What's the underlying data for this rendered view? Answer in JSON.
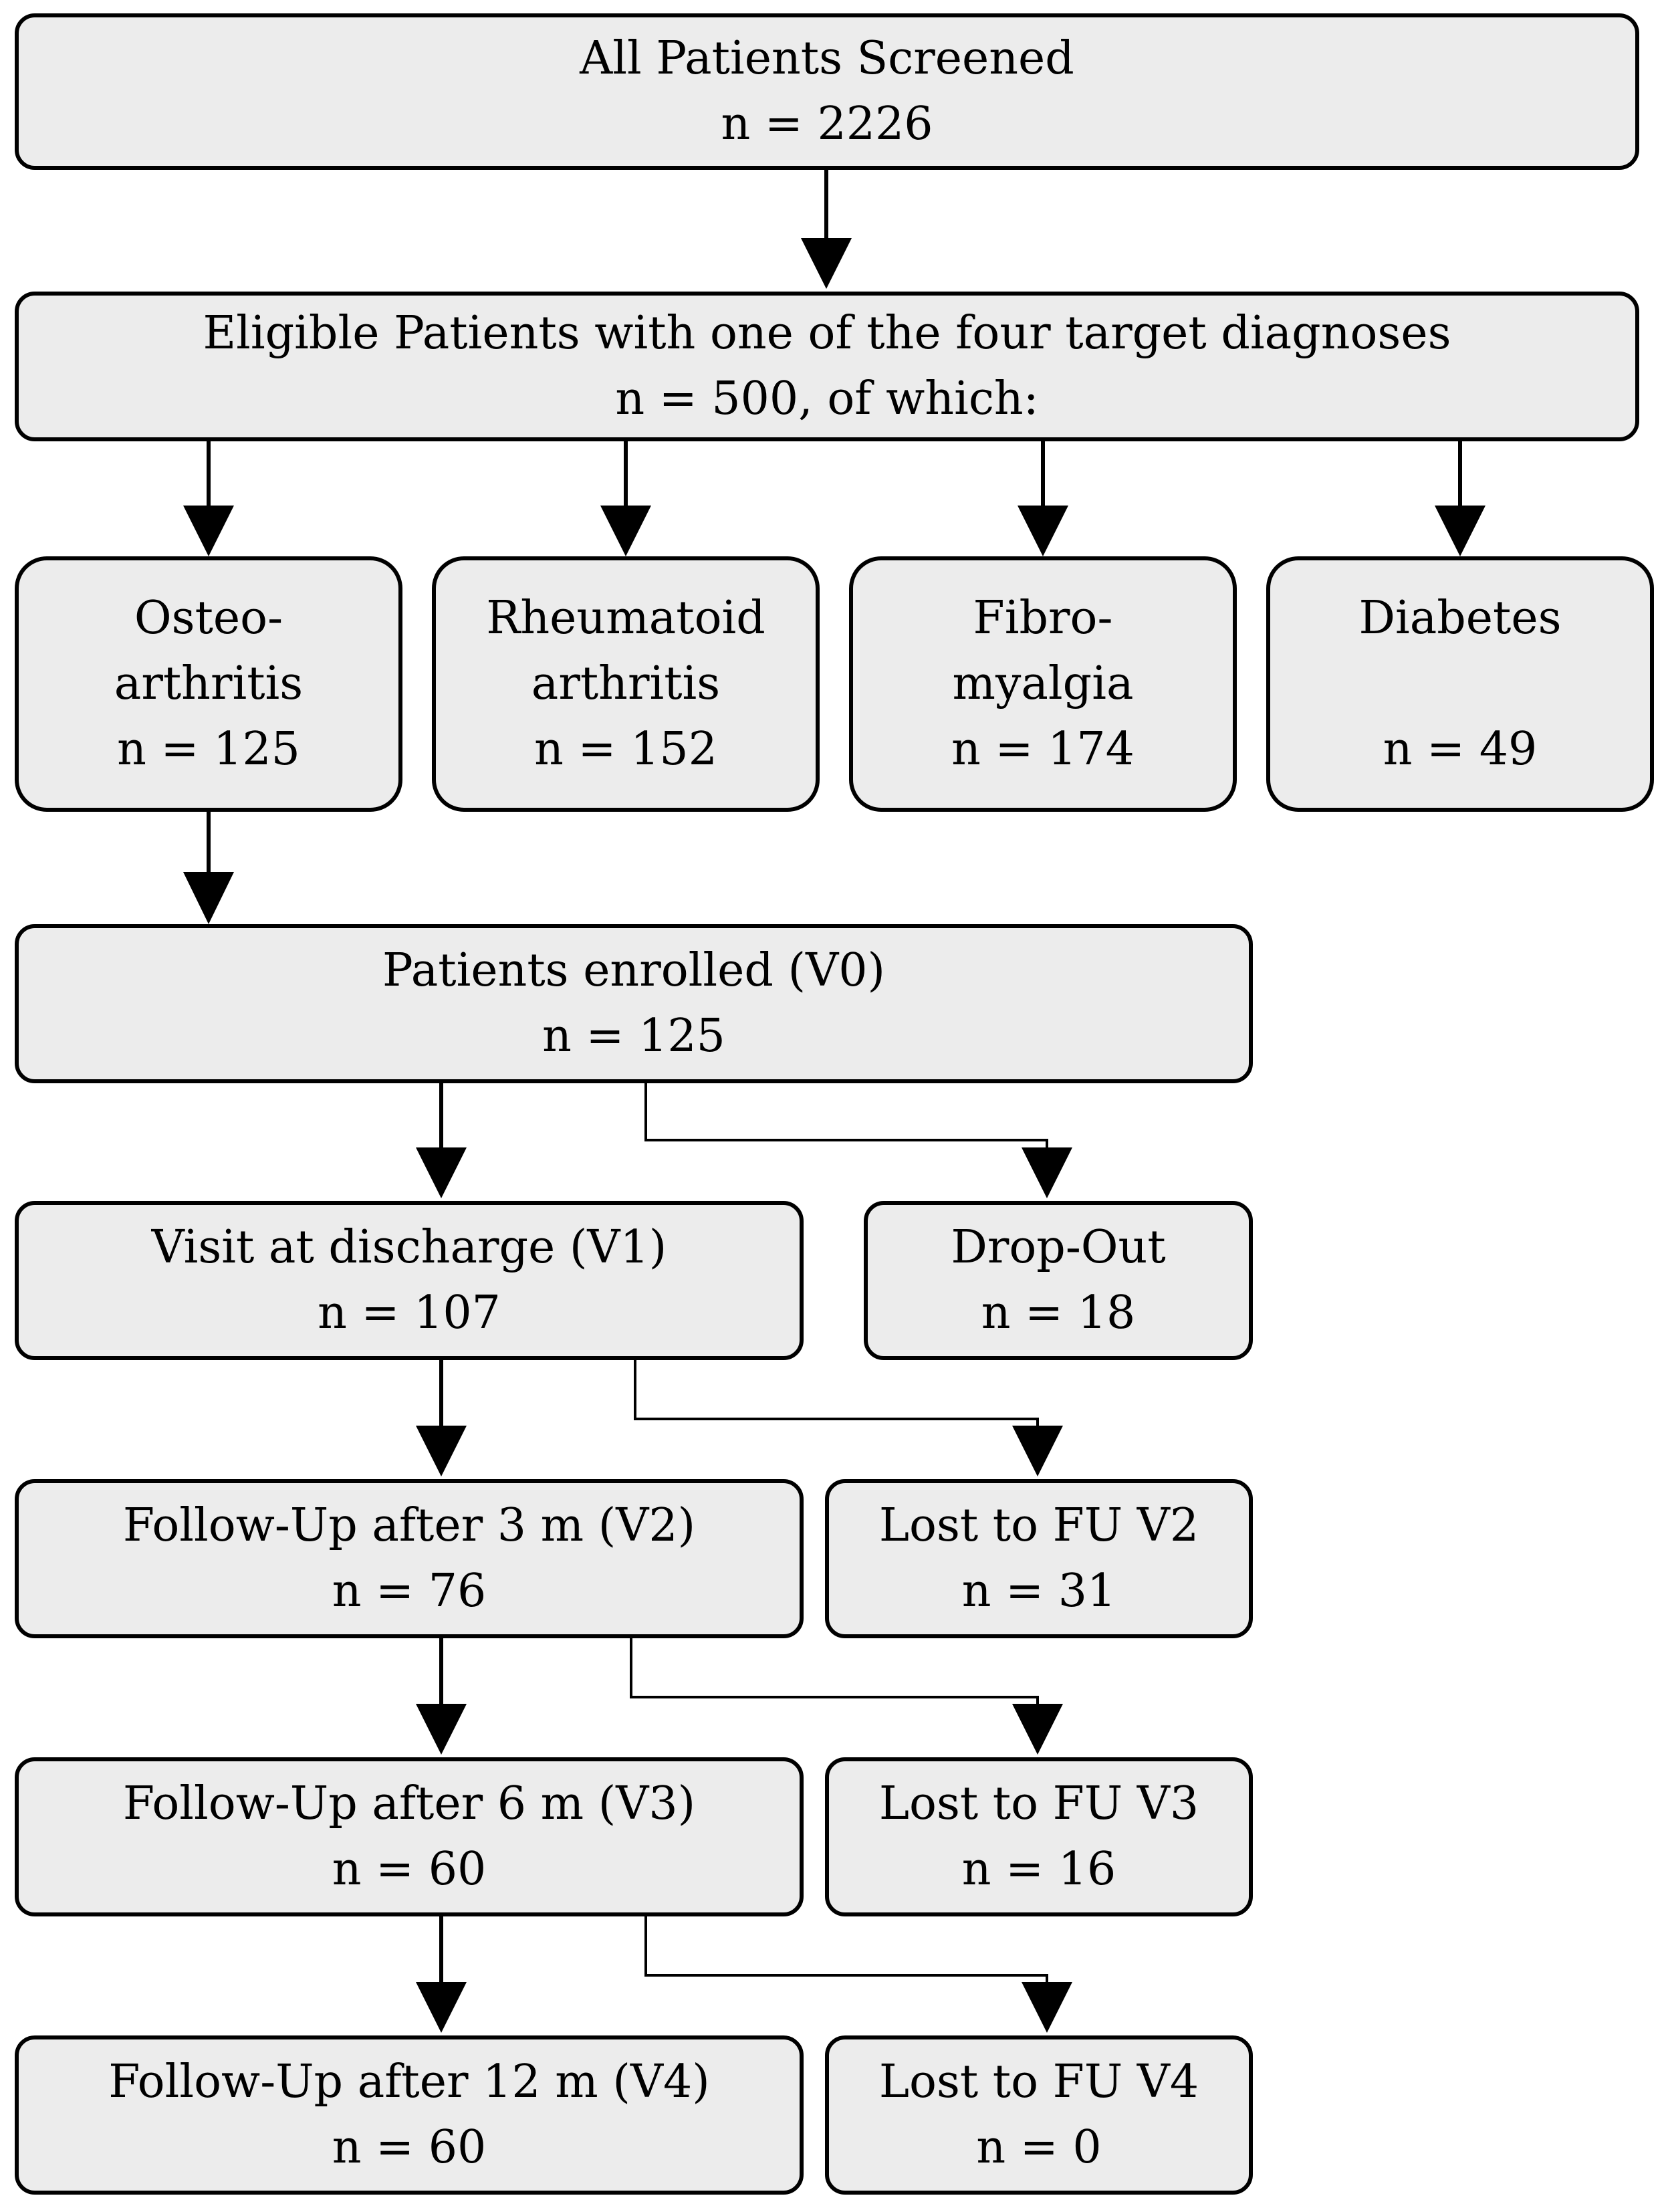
{
  "screened": {
    "title": "All Patients Screened",
    "n": "n = 2226"
  },
  "eligible": {
    "title": "Eligible Patients with one of the four target diagnoses",
    "n": "n = 500, of which:"
  },
  "diagnoses": {
    "osteo": {
      "line1": "Osteo-",
      "line2": "arthritis",
      "n": "n = 125"
    },
    "rheuma": {
      "line1": "Rheumatoid",
      "line2": "arthritis",
      "n": "n = 152"
    },
    "fibro": {
      "line1": "Fibro-",
      "line2": "myalgia",
      "n": "n = 174"
    },
    "diabetes": {
      "line1": "Diabetes",
      "n": "n = 49"
    }
  },
  "enrolled": {
    "title": "Patients enrolled (V0)",
    "n": "n = 125"
  },
  "v1": {
    "title": "Visit at discharge (V1)",
    "n": "n = 107"
  },
  "dropout": {
    "title": "Drop-Out",
    "n": "n = 18"
  },
  "v2": {
    "title": "Follow-Up after 3 m (V2)",
    "n": "n = 76"
  },
  "lost_v2": {
    "title": "Lost to FU V2",
    "n": "n = 31"
  },
  "v3": {
    "title": "Follow-Up after 6 m (V3)",
    "n": "n = 60"
  },
  "lost_v3": {
    "title": "Lost to FU V3",
    "n": "n = 16"
  },
  "v4": {
    "title": "Follow-Up after 12 m (V4)",
    "n": "n = 60"
  },
  "lost_v4": {
    "title": "Lost to FU V4",
    "n": "n = 0"
  },
  "colors": {
    "box_fill": "#ececec",
    "stroke": "#000000"
  }
}
